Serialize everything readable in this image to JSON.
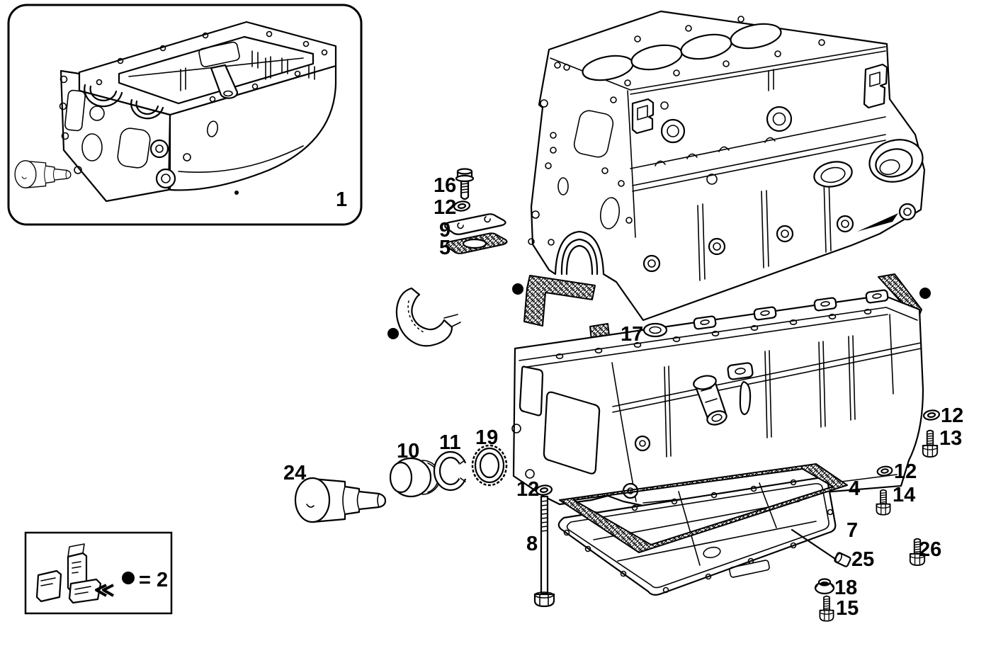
{
  "diagram": {
    "colors": {
      "background": "#ffffff",
      "line": "#000000"
    },
    "legend": {
      "equals_label": "= 2"
    },
    "callouts": {
      "c1": "1",
      "c16": "16",
      "c12a": "12",
      "c9": "9",
      "c5": "5",
      "c17": "17",
      "c10": "10",
      "c11": "11",
      "c19": "19",
      "c24": "24",
      "c12b": "12",
      "c8": "8",
      "c12c": "12",
      "c13": "13",
      "c12d": "12",
      "c14": "14",
      "c4": "4",
      "c7": "7",
      "c26": "26",
      "c25": "25",
      "c18": "18",
      "c15": "15"
    }
  }
}
